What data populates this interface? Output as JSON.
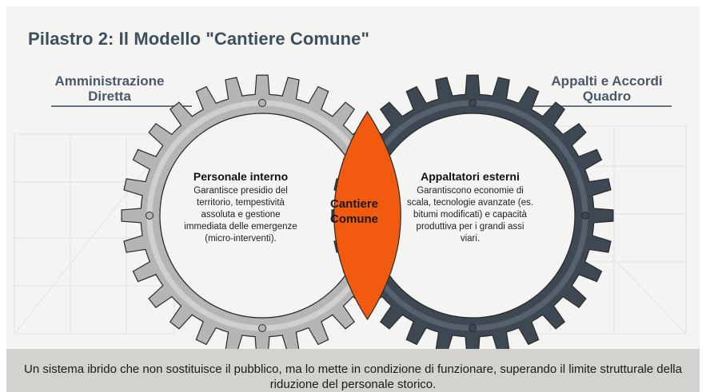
{
  "title": "Pilastro 2: Il Modello \"Cantiere Comune\"",
  "left_label": "Amministrazione Diretta",
  "right_label": "Appalti e Accordi Quadro",
  "left_gear": {
    "heading": "Personale interno",
    "body": "Garantisce presidio del territorio, tempestività assoluta e gestione immediata delle emergenze (micro-interventi).",
    "color": "#b5b5b3"
  },
  "right_gear": {
    "heading": "Appaltatori esterni",
    "body": "Garantiscono economie di scala, tecnologie avanzate (es. bitumi modificati) e capacità produttiva per i grandi assi viari.",
    "color": "#3d4852"
  },
  "center": {
    "label": "Cantiere Comune",
    "color": "#f25a10"
  },
  "footer": "Un sistema ibrido che non sostituisce il pubblico, ma lo mette in condizione di funzionare, superando il limite strutturale della riduzione del personale storico."
}
